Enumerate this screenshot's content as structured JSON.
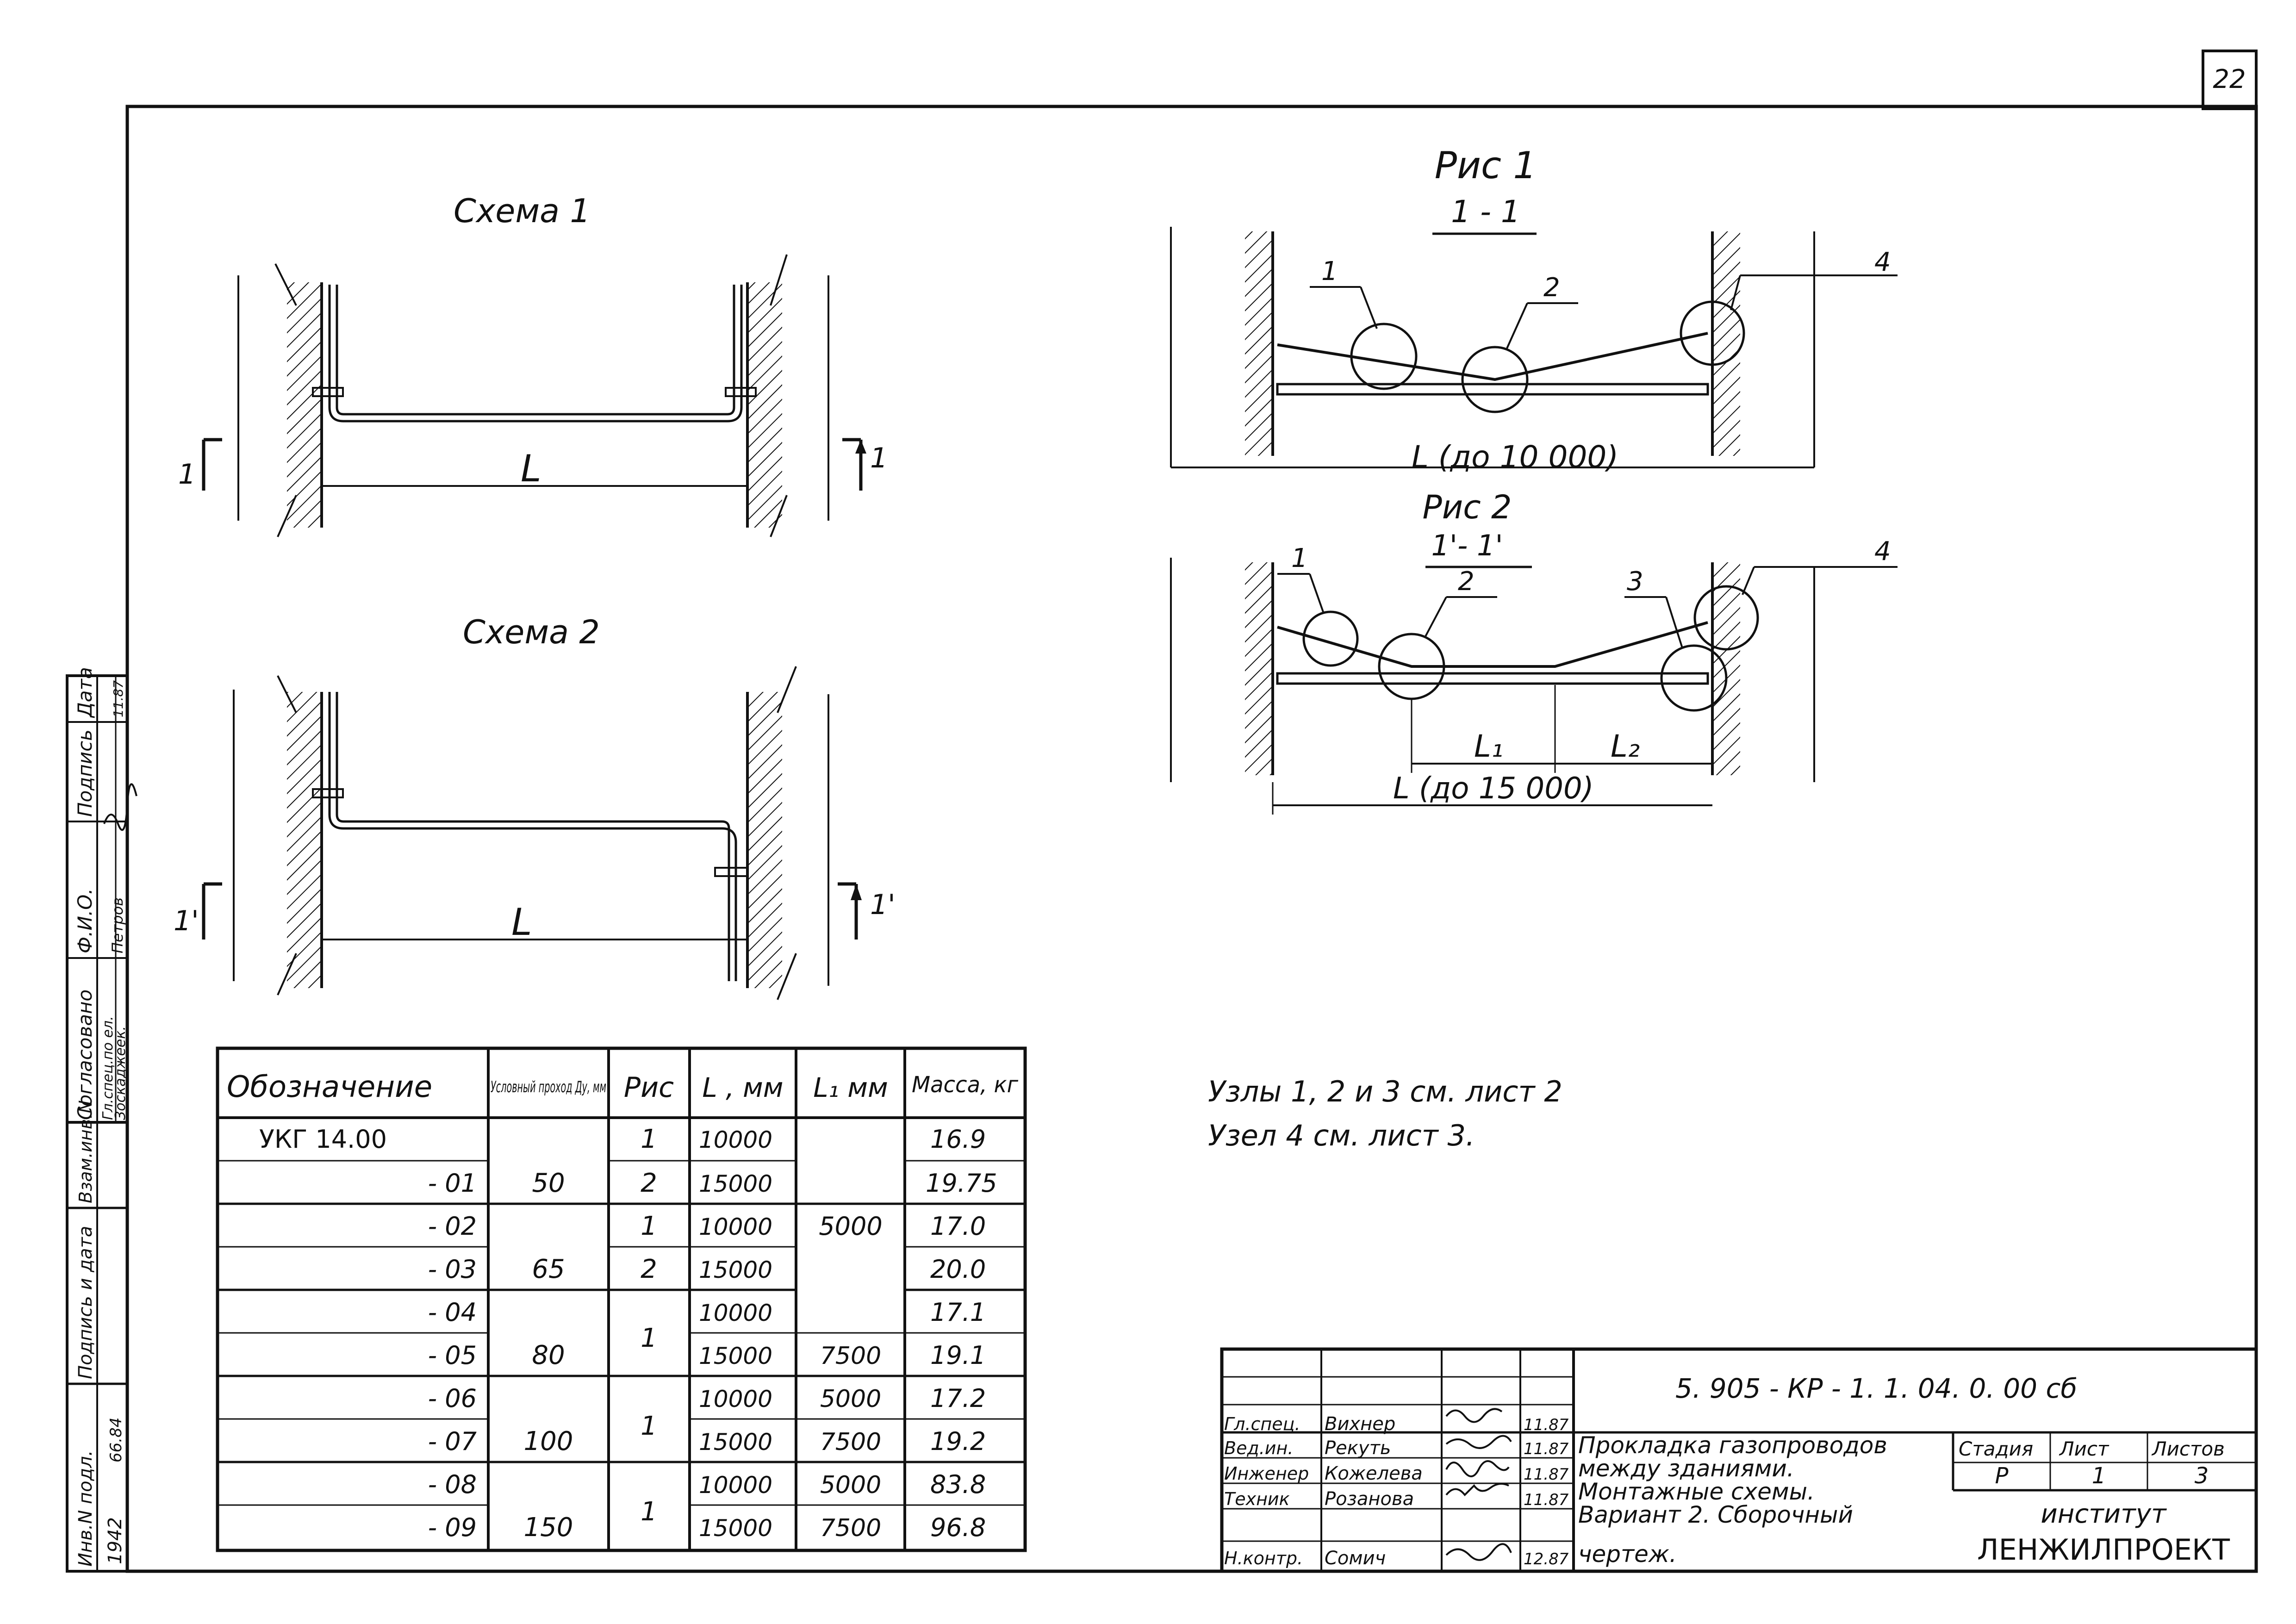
{
  "sheet_number": "22",
  "scheme1": {
    "title": "Схема 1",
    "dim_label": "L",
    "section_left": "1",
    "section_right": "1"
  },
  "scheme2": {
    "title": "Схема 2",
    "dim_label": "L",
    "section_left": "1'",
    "section_right": "1'"
  },
  "fig1": {
    "title": "Рис 1",
    "section": "1 - 1",
    "dim": "L (до 10 000)",
    "callouts": [
      "1",
      "2",
      "4"
    ]
  },
  "fig2": {
    "title": "Рис 2",
    "section": "1'- 1'",
    "dim": "L (до 15 000)",
    "dim_l1": "L₁",
    "dim_l2": "L₂",
    "callouts": [
      "1",
      "2",
      "3",
      "4"
    ]
  },
  "notes": [
    "Узлы 1, 2 и 3  см.  лист 2",
    "Узел  4  см.  лист 3."
  ],
  "spec_table": {
    "headers": [
      "Обозначение",
      "Условный проход Ду, мм",
      "Рис",
      "L , мм",
      "L₁ мм",
      "Масса, кг"
    ],
    "rows": [
      {
        "designation": "УКГ 14.00",
        "du": "50",
        "fig": "1",
        "L": "10000",
        "L1": "",
        "mass": "16.9"
      },
      {
        "designation": "- 01",
        "du": "",
        "fig": "2",
        "L": "15000",
        "L1": "",
        "mass": "19.75"
      },
      {
        "designation": "- 02",
        "du": "65",
        "fig": "1",
        "L": "10000",
        "L1": "5000",
        "mass": "17.0"
      },
      {
        "designation": "- 03",
        "du": "",
        "fig": "2",
        "L": "15000",
        "L1": "",
        "mass": "20.0"
      },
      {
        "designation": "- 04",
        "du": "80",
        "fig": "1",
        "L": "10000",
        "L1": "",
        "mass": "17.1"
      },
      {
        "designation": "- 05",
        "du": "",
        "fig": "",
        "L": "15000",
        "L1": "7500",
        "mass": "19.1"
      },
      {
        "designation": "- 06",
        "du": "100",
        "fig": "1",
        "L": "10000",
        "L1": "5000",
        "mass": "17.2"
      },
      {
        "designation": "- 07",
        "du": "",
        "fig": "",
        "L": "15000",
        "L1": "7500",
        "mass": "19.2"
      },
      {
        "designation": "- 08",
        "du": "150",
        "fig": "1",
        "L": "10000",
        "L1": "5000",
        "mass": "83.8"
      },
      {
        "designation": "- 09",
        "du": "",
        "fig": "",
        "L": "15000",
        "L1": "7500",
        "mass": "96.8"
      }
    ]
  },
  "title_block": {
    "code": "5. 905 - КР - 1. 1. 04. 0. 00  сб",
    "title_lines": [
      "Прокладка газопроводов",
      "между зданиями.",
      "Монтажные схемы.",
      "Вариант 2. Сборочный",
      "чертеж."
    ],
    "stage_label": "Стадия",
    "sheet_label": "Лист",
    "sheets_label": "Листов",
    "stage": "Р",
    "sheet": "1",
    "sheets": "3",
    "org_line1": "институт",
    "org_line2": "ЛЕНЖИЛПРОЕКТ",
    "signers": [
      {
        "role": "Гл.спец.",
        "name": "Вихнер",
        "date": "11.87"
      },
      {
        "role": "Вед.ин.",
        "name": "Рекуть",
        "date": "11.87"
      },
      {
        "role": "Инженер",
        "name": "Кожелева",
        "date": "11.87"
      },
      {
        "role": "Техник",
        "name": "Розанова",
        "date": "11.87"
      },
      {
        "role": "Н.контр.",
        "name": "Сомич",
        "date": "12.87"
      }
    ]
  },
  "left_stamp": {
    "approved": [
      "Согласовано",
      "Гл.спец.по ел.",
      "Зоскаджеек."
    ],
    "headers": [
      "Ф.И.О.",
      "Подпись",
      "Дата"
    ],
    "row_name": "Петров",
    "row_date": "11.87",
    "inv_labels": [
      "Взам.инв.N",
      "Подпись и дата",
      "Инв.N подл."
    ],
    "inv_number": "1942",
    "inv_date": "66.84"
  }
}
